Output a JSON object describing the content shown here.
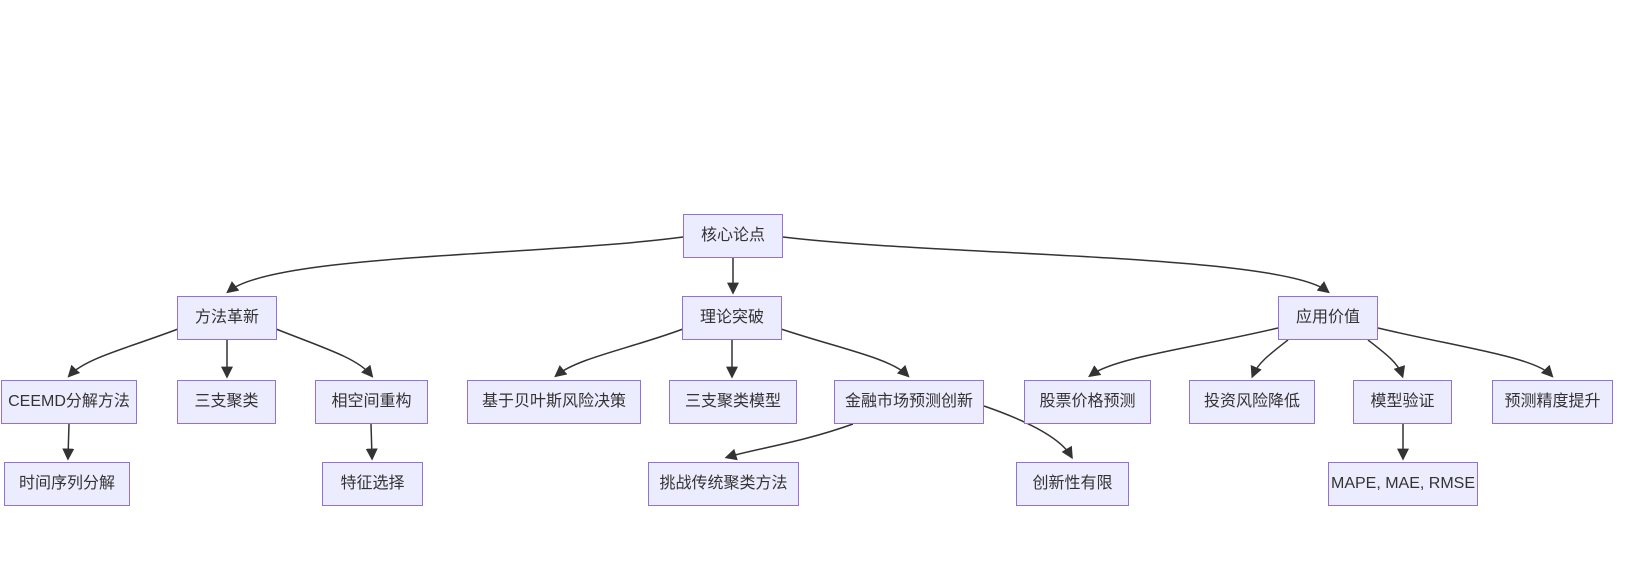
{
  "diagram": {
    "type": "flowchart-top-down",
    "colors": {
      "node_fill": "#ECECFF",
      "node_border": "#9370DB",
      "edge_line": "#333333",
      "node_text": "#333333",
      "background": "#ffffff"
    },
    "nodes": [
      {
        "id": "core",
        "label": "核心论点"
      },
      {
        "id": "method",
        "label": "方法革新"
      },
      {
        "id": "theory",
        "label": "理论突破"
      },
      {
        "id": "app",
        "label": "应用价值"
      },
      {
        "id": "ceemd",
        "label": "CEEMD分解方法"
      },
      {
        "id": "threeway",
        "label": "三支聚类"
      },
      {
        "id": "phase",
        "label": "相空间重构"
      },
      {
        "id": "bayes",
        "label": "基于贝叶斯风险决策"
      },
      {
        "id": "twcmodel",
        "label": "三支聚类模型"
      },
      {
        "id": "fininnov",
        "label": "金融市场预测创新"
      },
      {
        "id": "stock",
        "label": "股票价格预测"
      },
      {
        "id": "invest",
        "label": "投资风险降低"
      },
      {
        "id": "validate",
        "label": "模型验证"
      },
      {
        "id": "accuracy",
        "label": "预测精度提升"
      },
      {
        "id": "tsdecomp",
        "label": "时间序列分解"
      },
      {
        "id": "feature",
        "label": "特征选择"
      },
      {
        "id": "challenge",
        "label": "挑战传统聚类方法"
      },
      {
        "id": "limited",
        "label": "创新性有限"
      },
      {
        "id": "metrics",
        "label": "MAPE, MAE, RMSE"
      }
    ],
    "edges": [
      {
        "from": "core",
        "to": "method"
      },
      {
        "from": "core",
        "to": "theory"
      },
      {
        "from": "core",
        "to": "app"
      },
      {
        "from": "method",
        "to": "ceemd"
      },
      {
        "from": "method",
        "to": "threeway"
      },
      {
        "from": "method",
        "to": "phase"
      },
      {
        "from": "theory",
        "to": "bayes"
      },
      {
        "from": "theory",
        "to": "twcmodel"
      },
      {
        "from": "theory",
        "to": "fininnov"
      },
      {
        "from": "app",
        "to": "stock"
      },
      {
        "from": "app",
        "to": "invest"
      },
      {
        "from": "app",
        "to": "validate"
      },
      {
        "from": "app",
        "to": "accuracy"
      },
      {
        "from": "ceemd",
        "to": "tsdecomp"
      },
      {
        "from": "phase",
        "to": "feature"
      },
      {
        "from": "fininnov",
        "to": "challenge"
      },
      {
        "from": "fininnov",
        "to": "limited"
      },
      {
        "from": "validate",
        "to": "metrics"
      }
    ]
  }
}
